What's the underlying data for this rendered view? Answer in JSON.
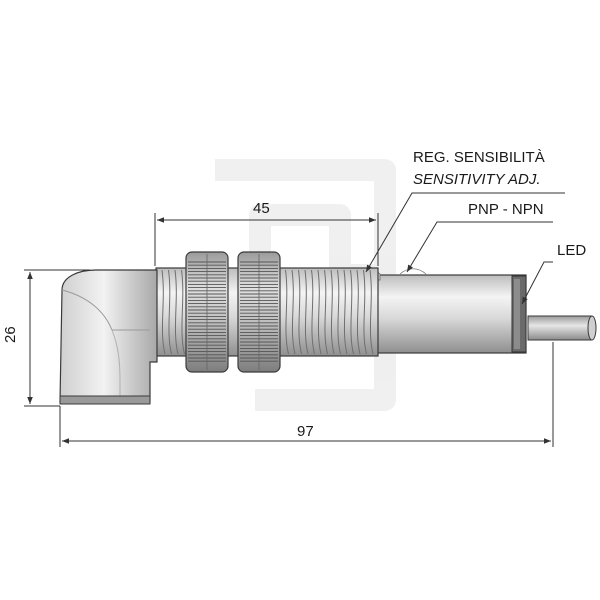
{
  "labels": {
    "reg_sensibilita": "REG. SENSIBILITÀ",
    "sensitivity_adj": "SENSITIVITY ADJ.",
    "pnp_npn": "PNP - NPN",
    "led": "LED"
  },
  "dimensions": {
    "thread_length": "45",
    "overall_length": "97",
    "head_height": "26"
  },
  "colors": {
    "body_light": "#f2f2f2",
    "body_mid": "#cfcfcf",
    "body_dark": "#9a9a9a",
    "outline": "#3a3a3a",
    "dimension_line": "#333333",
    "led_ring": "#555555"
  }
}
